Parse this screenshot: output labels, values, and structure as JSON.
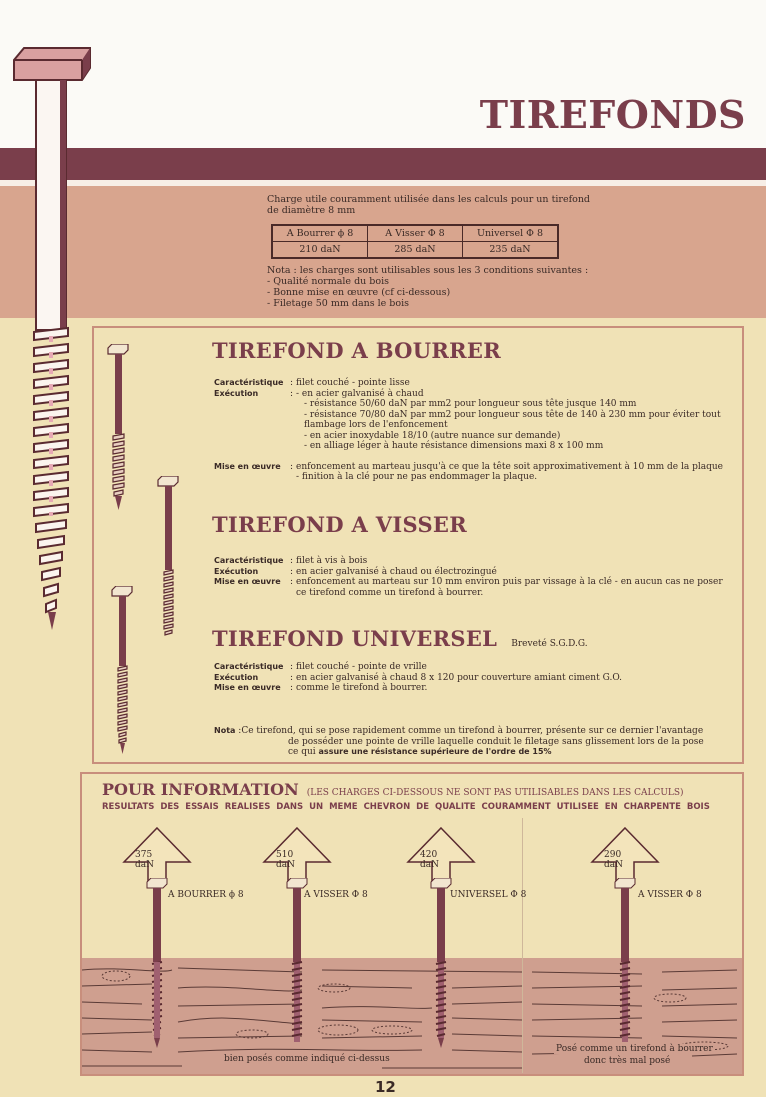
{
  "header": {
    "title": "TIREFONDS"
  },
  "charge": {
    "intro_line1": "Charge utile couramment utilisée dans les calculs pour un tirefond",
    "intro_line2": "de diamètre 8 mm",
    "table": {
      "headers": [
        "A Bourrer ϕ 8",
        "A Visser Φ 8",
        "Universel Φ 8"
      ],
      "values": [
        "210 daN",
        "285 daN",
        "235 daN"
      ]
    },
    "nota": "Nota : les charges sont utilisables sous les 3 conditions suivantes :",
    "conditions": [
      "- Qualité normale du bois",
      "- Bonne mise en œuvre (cf ci-dessous)",
      "- Filetage 50 mm dans le bois"
    ]
  },
  "labels": {
    "caracteristique": "Caractéristique",
    "execution": "Exécution",
    "mise_en_oeuvre": "Mise en œuvre",
    "colon": ":",
    "nota": "Nota"
  },
  "sections": {
    "bourrer": {
      "title": "TIREFOND A BOURRER",
      "caracteristique": "filet couché - pointe lisse",
      "execution": [
        "- en acier galvanisé à chaud",
        "- résistance 50/60 daN par mm2 pour longueur sous tête jusque 140 mm",
        "- résistance 70/80 daN par mm2 pour longueur sous tête de 140 à 230 mm pour éviter tout",
        "  flambage lors de l'enfoncement",
        "- en acier inoxydable 18/10 (autre nuance sur demande)",
        "- en alliage léger à haute résistance dimensions maxi 8 x 100 mm"
      ],
      "mise_en_oeuvre": [
        "enfoncement au marteau jusqu'à ce que la tête soit approximativement à 10 mm de la plaque",
        "- finition à la clé pour ne pas endommager la plaque."
      ]
    },
    "visser": {
      "title": "TIREFOND A VISSER",
      "caracteristique": "filet à vis à bois",
      "execution": "en acier galvanisé à chaud ou électrozingué",
      "mise_en_oeuvre": [
        "enfoncement au marteau sur 10 mm environ puis par vissage à la clé - en aucun cas ne poser",
        "ce tirefond comme un tirefond à bourrer."
      ]
    },
    "universel": {
      "title": "TIREFOND UNIVERSEL",
      "brevete": "Breveté S.G.D.G.",
      "caracteristique": "filet couché - pointe de vrille",
      "execution": "en acier galvanisé à chaud 8 x 120 pour couverture amiant ciment G.O.",
      "mise_en_oeuvre": "comme le tirefond à bourrer.",
      "nota_line1": "Ce tirefond, qui se pose rapidement comme un tirefond à bourrer, présente sur ce dernier l'avantage",
      "nota_line2": "de posséder une pointe de vrille laquelle conduit le filetage sans glissement lors de la pose",
      "nota_line3_plain": "ce qui ",
      "nota_line3_bold": "assure une résistance supérieure de l'ordre de 15%"
    }
  },
  "information": {
    "title": "POUR INFORMATION",
    "subtitle": "(LES CHARGES CI-DESSOUS NE SONT PAS UTILISABLES DANS LES CALCULS)",
    "description": "RESULTATS DES ESSAIS REALISES DANS UN MEME CHEVRON DE QUALITE COURAMMENT UTILISEE EN CHARPENTE BOIS",
    "tests": [
      {
        "load": "375 daN",
        "label": "A BOURRER ϕ 8"
      },
      {
        "load": "510 daN",
        "label": "A VISSER Φ 8"
      },
      {
        "load": "420 daN",
        "label": "UNIVERSEL Φ 8"
      },
      {
        "load": "290 daN",
        "label": "A VISSER Φ 8"
      }
    ],
    "caption_good": "bien posés comme indiqué ci-dessus",
    "caption_bad_line1": "Posé comme un tirefond à bourrer",
    "caption_bad_line2": "donc très mal posé"
  },
  "footer": {
    "page_number": "12"
  }
}
